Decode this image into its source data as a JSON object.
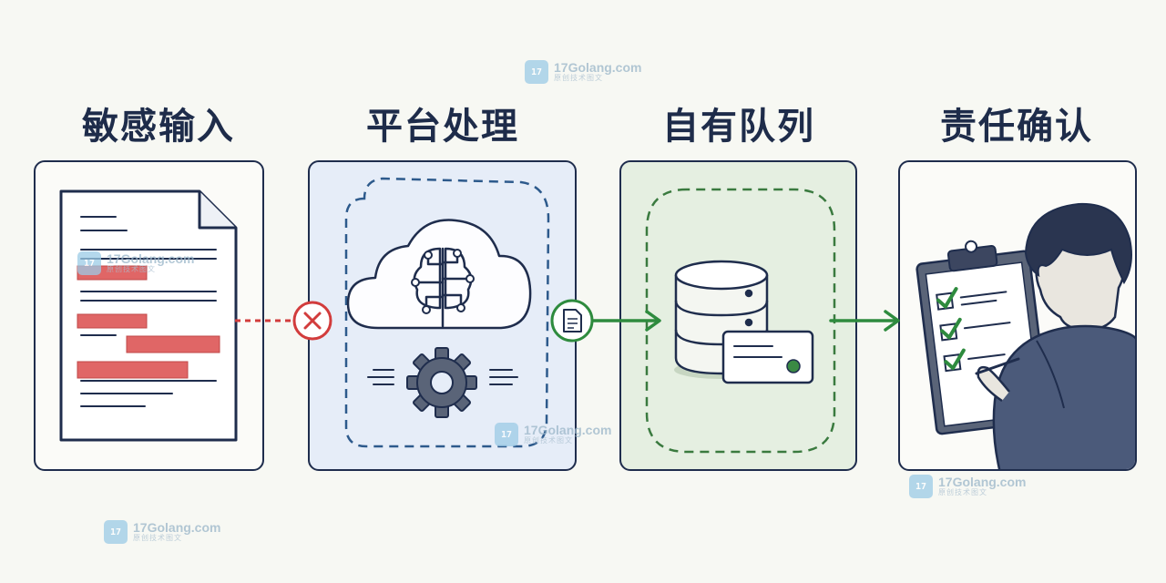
{
  "stages": [
    {
      "title": "敏感输入"
    },
    {
      "title": "平台处理"
    },
    {
      "title": "自有队列"
    },
    {
      "title": "责任确认"
    }
  ],
  "watermark": {
    "name": "17Golang.com",
    "sub": "原创技术图文"
  },
  "colors": {
    "navy": "#1f2d4d",
    "redact": "#e06666",
    "reject": "#d23c3c",
    "accept": "#2e8b3e",
    "platform_bg": "#e6edf8",
    "queue_bg": "#e5efe1",
    "dash_blue": "#2d5a8c",
    "dash_green": "#3a7a3f"
  },
  "icons": [
    "document-icon",
    "reject-x-icon",
    "cloud-brain-icon",
    "gear-icon",
    "file-check-icon",
    "database-icon",
    "ticket-card-icon",
    "clipboard-checklist-icon",
    "person-icon"
  ]
}
